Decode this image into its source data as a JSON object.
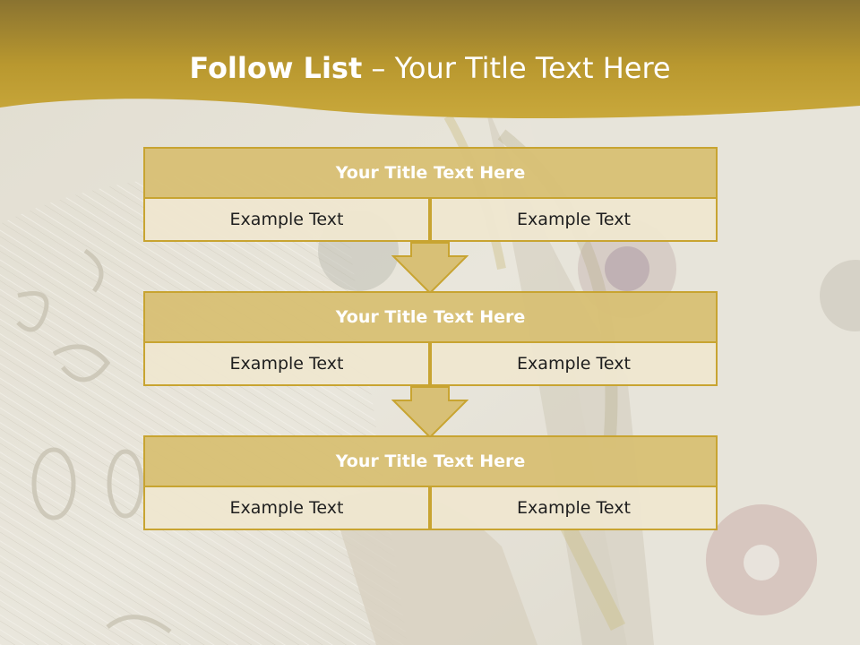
{
  "slide": {
    "title_bold": "Follow List",
    "title_rest": " – Your Title Text Here"
  },
  "steps": [
    {
      "title": "Your Title Text Here",
      "left_text": "Example Text",
      "right_text": "Example Text"
    },
    {
      "title": "Your Title Text Here",
      "left_text": "Example Text",
      "right_text": "Example Text"
    },
    {
      "title": "Your Title Text Here",
      "left_text": "Example Text",
      "right_text": "Example Text"
    }
  ],
  "colors": {
    "header_band": "#b9982f",
    "step_title_fill": "#d8c076",
    "step_cell_fill": "#eee6d0",
    "border": "#c8a431",
    "title_text": "#ffffff"
  }
}
